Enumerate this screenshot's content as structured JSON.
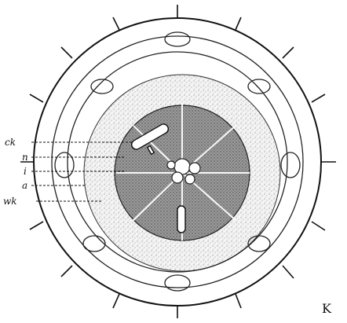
{
  "labels": {
    "ck": "ck",
    "n": "n",
    "i": "i",
    "a": "a",
    "wk": "wk"
  },
  "signature": "K"
}
